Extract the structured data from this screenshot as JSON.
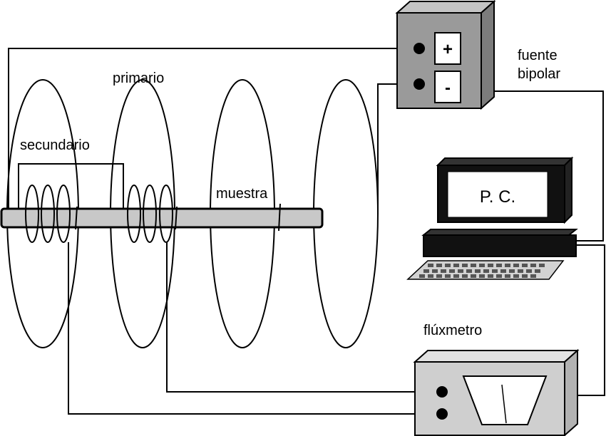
{
  "labels": {
    "primario": "primario",
    "secundario": "secundario",
    "muestra": "muestra",
    "fuente_line1": "fuente",
    "fuente_line2": "bipolar",
    "pc": "P. C.",
    "fluxmetro": "flúxmetro",
    "plus": "+",
    "minus": "-"
  },
  "colors": {
    "device_box": "#9a9a9a",
    "device_side": "#7c7c7c",
    "device_top": "#c4c4c4",
    "fluxmeter_box": "#cfcfcf",
    "fluxmeter_side": "#b2b2b2",
    "fluxmeter_top": "#e2e2e2",
    "sample_bar": "#c8c8c8",
    "pc_dark": "#111111",
    "keyboard": "#d2d2d2"
  }
}
